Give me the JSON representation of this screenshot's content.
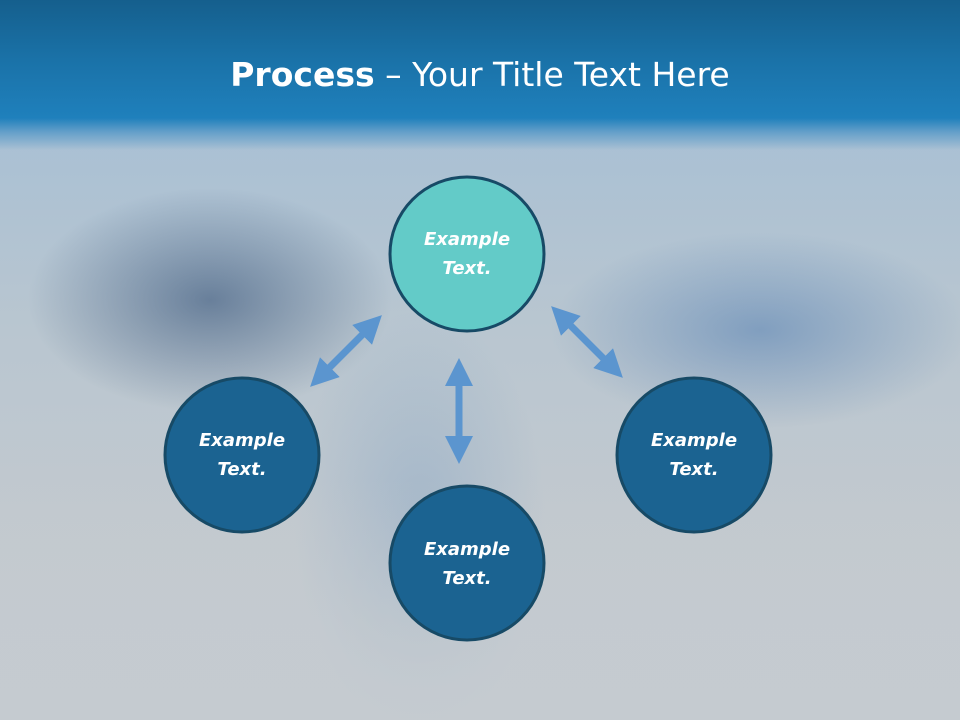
{
  "title": {
    "bold": "Process",
    "dash": " – ",
    "rest": "Your Title Text Here"
  },
  "nodes": {
    "top": {
      "label": "Example\nText."
    },
    "left": {
      "label": "Example\nText."
    },
    "bottom": {
      "label": "Example\nText."
    },
    "right": {
      "label": "Example\nText."
    }
  },
  "colors": {
    "title_bar": "#1a72a8",
    "node_accent": "#63cbc8",
    "node_dark": "#1b6391",
    "node_border": "#174a66",
    "arrow": "#5b95cf"
  }
}
